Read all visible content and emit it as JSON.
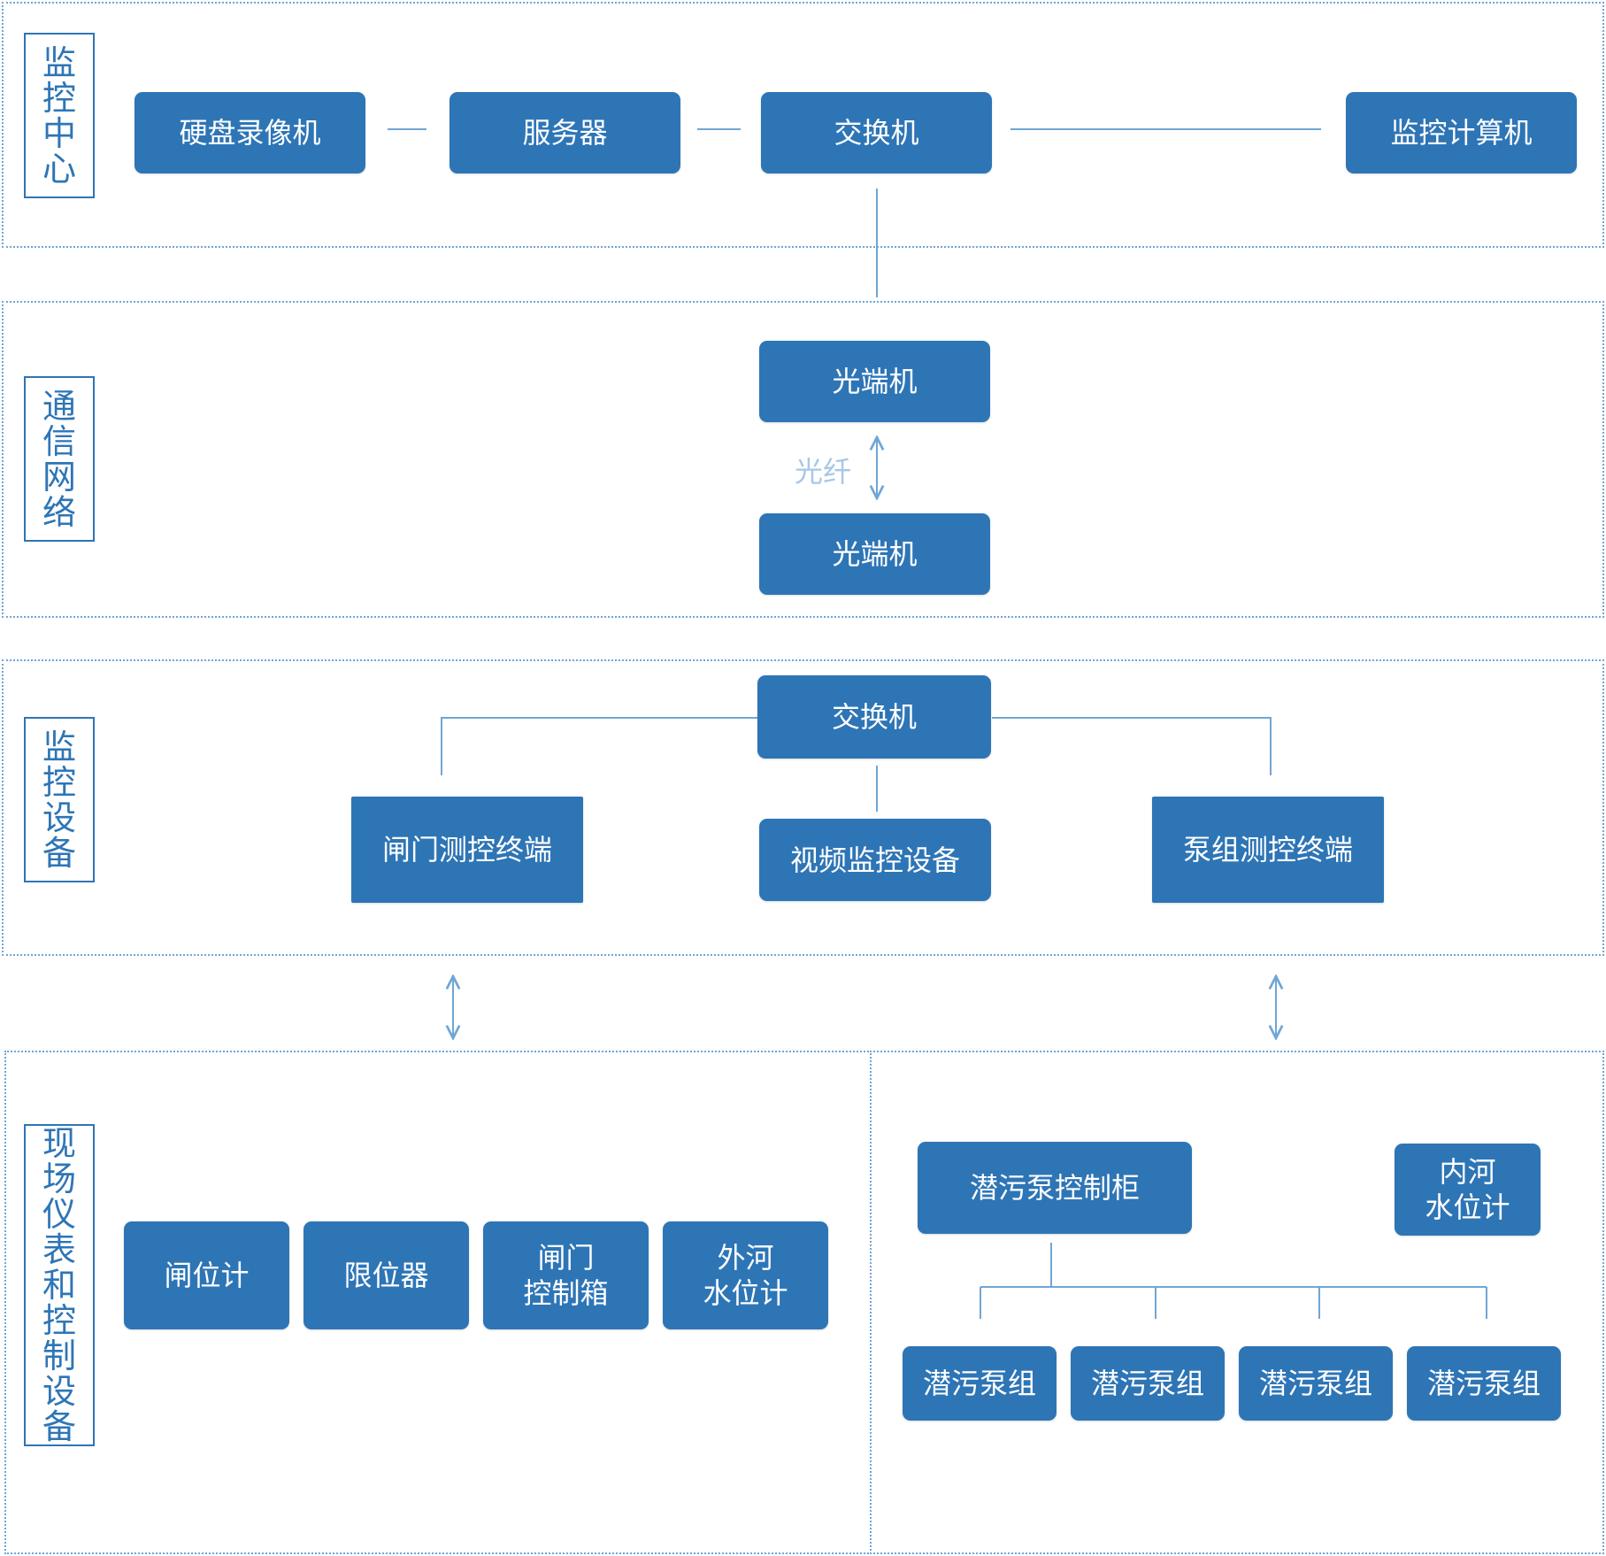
{
  "colors": {
    "node_fill": "#2e75b6",
    "node_text": "#ffffff",
    "zone_border": "#6fa6d6",
    "connector": "#6fa6d6"
  },
  "zones": {
    "monitoring_center": "监控中心",
    "comm_network": "通信网络",
    "monitoring_equipment": "监控设备",
    "field_instruments": "现场仪表和控制设备"
  },
  "nodes": {
    "dvr": "硬盘录像机",
    "server": "服务器",
    "switch_top": "交换机",
    "monitor_pc": "监控计算机",
    "optical_terminal_1": "光端机",
    "optical_terminal_2": "光端机",
    "switch_mid": "交换机",
    "gate_terminal": "闸门测控终端",
    "video_equipment": "视频监控设备",
    "pump_terminal": "泵组测控终端",
    "gate_position_meter": "闸位计",
    "limit_switch": "限位器",
    "gate_control_box": "闸门\n控制箱",
    "outer_river_level": "外河\n水位计",
    "pump_control_cabinet": "潜污泵控制柜",
    "inner_river_level": "内河\n水位计",
    "pump_unit_1": "潜污泵组",
    "pump_unit_2": "潜污泵组",
    "pump_unit_3": "潜污泵组",
    "pump_unit_4": "潜污泵组"
  },
  "edge_labels": {
    "fiber": "光纤"
  }
}
